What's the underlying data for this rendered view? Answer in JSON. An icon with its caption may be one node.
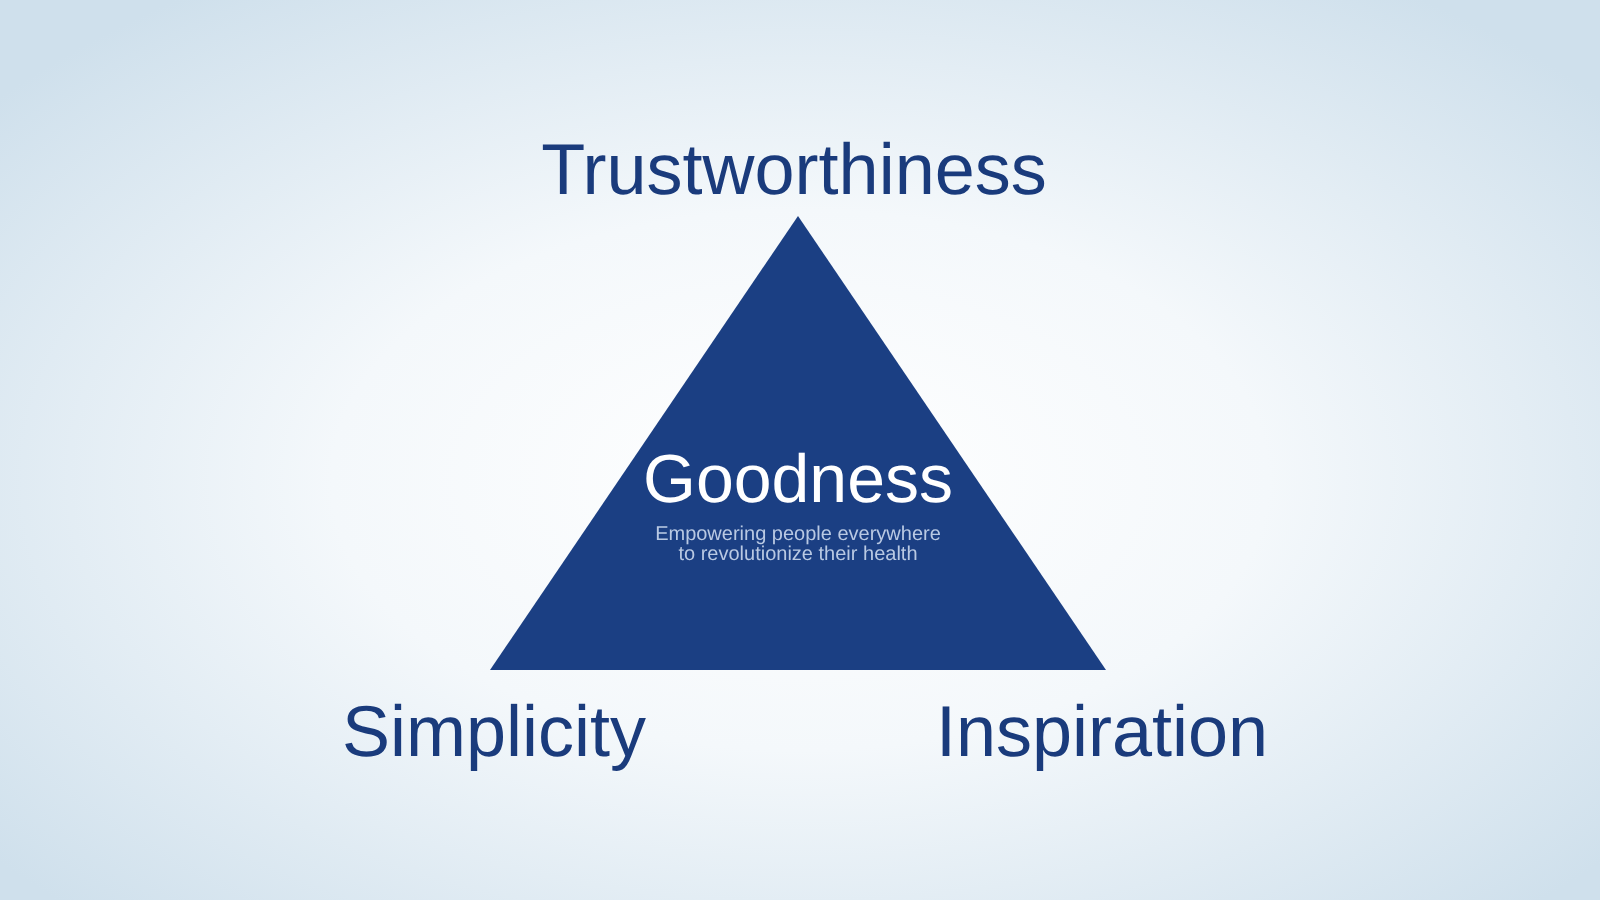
{
  "diagram": {
    "nodes": [
      {
        "text": [
          "Goodness",
          "Empowering people everywhere to revolutionize their health"
        ]
      }
    ],
    "labels": [
      "Trustworthiness",
      "Simplicity",
      "Inspiration"
    ]
  }
}
